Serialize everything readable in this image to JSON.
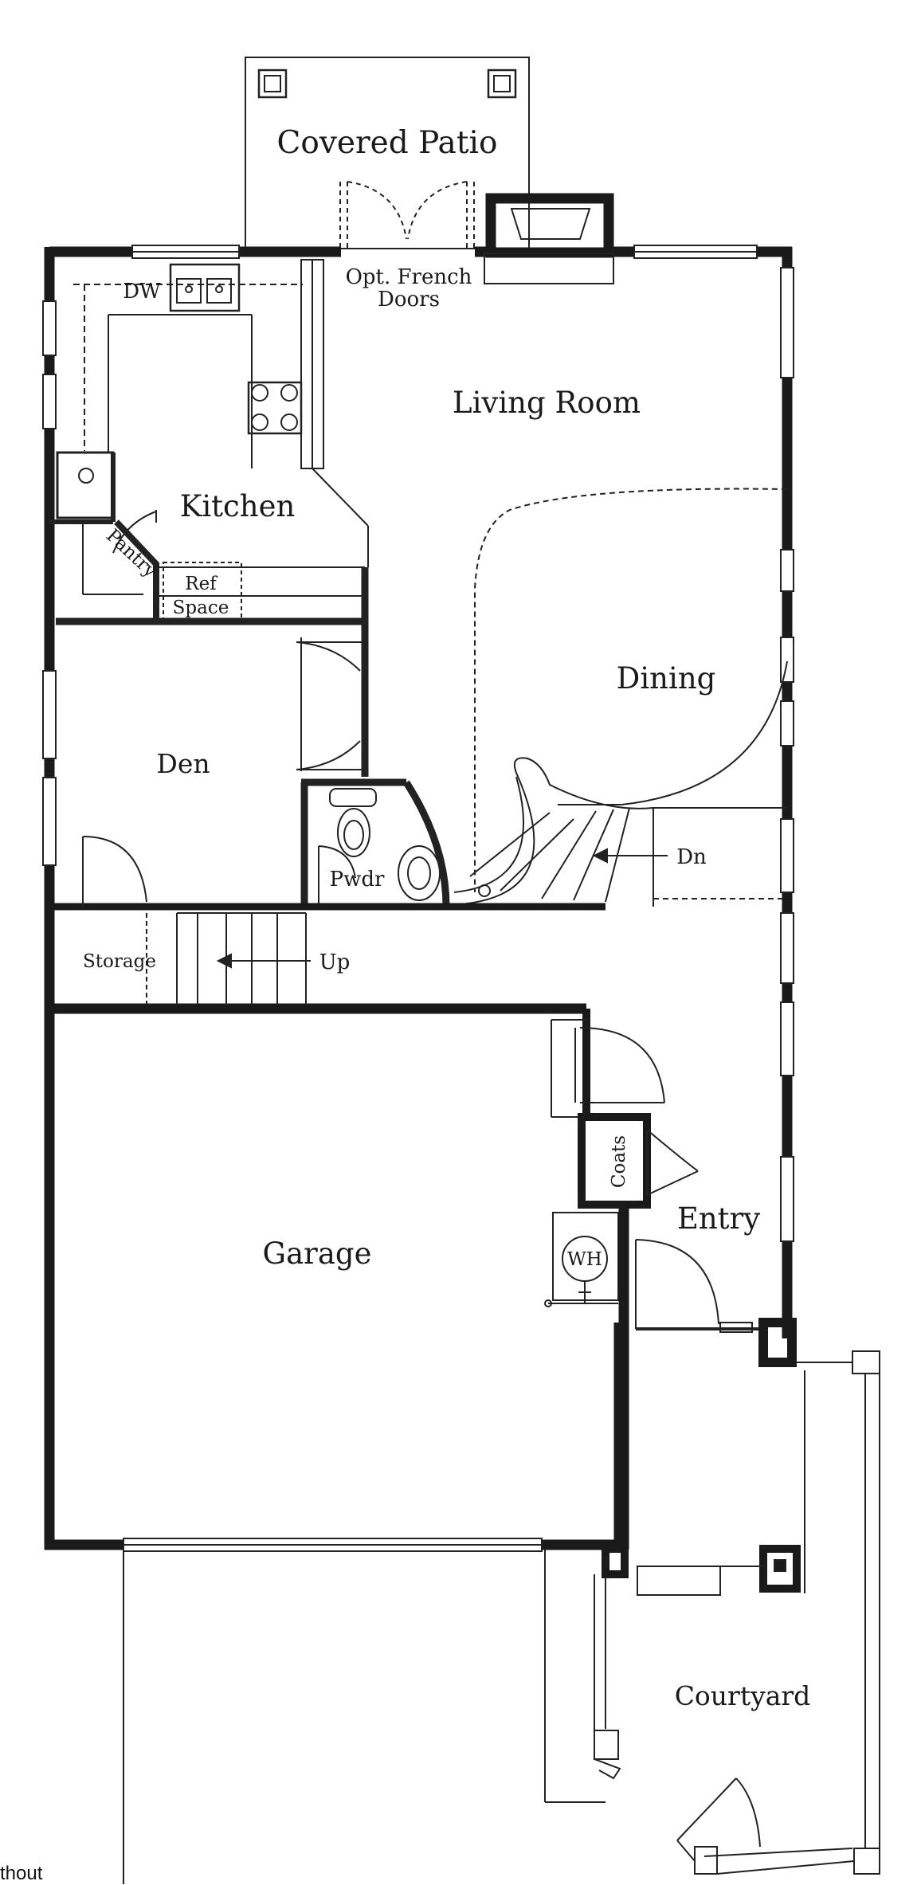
{
  "rooms": {
    "covered_patio": "Covered Patio",
    "living_room": "Living Room",
    "kitchen": "Kitchen",
    "dining": "Dining",
    "den": "Den",
    "garage": "Garage",
    "entry": "Entry",
    "courtyard": "Courtyard"
  },
  "labels": {
    "opt_french_1": "Opt. French",
    "opt_french_2": "Doors",
    "dw": "DW",
    "pantry": "Pantry",
    "ref_1": "Ref",
    "ref_2": "Space",
    "pwdr": "Pwdr",
    "storage": "Storage",
    "up": "Up",
    "dn": "Dn",
    "coats": "Coats",
    "wh": "WH"
  },
  "footer": {
    "text": "thout"
  }
}
